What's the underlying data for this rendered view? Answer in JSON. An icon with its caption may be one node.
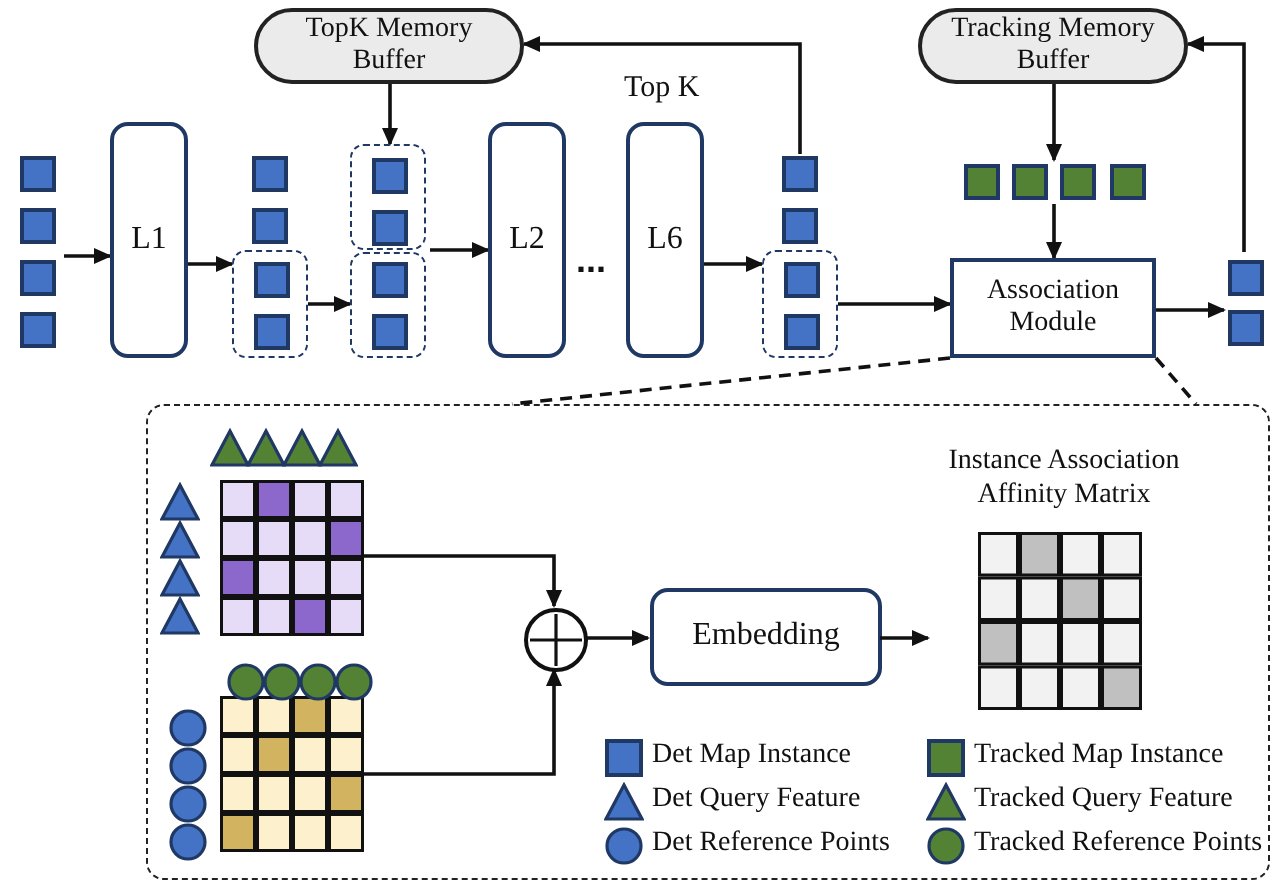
{
  "diagram": {
    "nodes": [
      {
        "text": [
          "TopK Memory Buffer"
        ]
      },
      {
        "text": [
          "Tracking Memory Buffer"
        ]
      },
      {
        "text": [],
        "shape": "box"
      },
      {
        "text": [
          "L1"
        ]
      },
      {
        "text": [],
        "shape": "box"
      },
      {
        "text": [],
        "shape": "box"
      },
      {
        "text": [],
        "shape": "box"
      },
      {
        "text": [],
        "shape": "box",
        "in": 6
      },
      {
        "text": [],
        "shape": "box",
        "in": 6
      },
      {
        "text": [
          "L2"
        ]
      },
      {
        "text": [
          "L6"
        ]
      },
      {
        "text": [],
        "shape": "box"
      },
      {
        "text": [],
        "shape": "box"
      },
      {
        "text": [],
        "shape": "box"
      },
      {
        "text": [
          "Association Module"
        ]
      },
      {
        "text": [],
        "shape": "box"
      },
      {
        "text": [],
        "shape": "box"
      },
      {
        "text": [],
        "shape": "box",
        "in": 16
      },
      {
        "text": [],
        "shape": "box",
        "in": 16
      },
      {
        "text": [],
        "shape": "circle",
        "in": 16
      },
      {
        "text": [
          "Embedding"
        ],
        "in": 16
      },
      {
        "text": [
          "Instance Association Affinity Matrix"
        ],
        "in": 16
      }
    ],
    "edges": [
      {
        "from": 2,
        "to": 3,
        "arrow": "to"
      },
      {
        "from": 3,
        "to": 5,
        "arrow": "to"
      },
      {
        "from": 5,
        "to": 8,
        "arrow": "to"
      },
      {
        "from": 0,
        "to": 7,
        "arrow": "to"
      },
      {
        "from": 6,
        "to": 9,
        "arrow": "to"
      },
      {
        "from": 10,
        "to": 12,
        "arrow": "to"
      },
      {
        "from": 11,
        "to": 0,
        "arrow": "to"
      },
      {
        "from": 12,
        "to": 14,
        "arrow": "to"
      },
      {
        "from": 1,
        "to": 13,
        "arrow": "to"
      },
      {
        "from": 13,
        "to": 14,
        "arrow": "to"
      },
      {
        "from": 14,
        "to": 15,
        "arrow": "to"
      },
      {
        "from": 15,
        "to": 1,
        "arrow": "to"
      },
      {
        "from": 17,
        "to": 19,
        "arrow": "to"
      },
      {
        "from": 18,
        "to": 19,
        "arrow": "to"
      },
      {
        "from": 19,
        "to": 20,
        "arrow": "to"
      },
      {
        "from": 20,
        "to": 21,
        "arrow": "to"
      },
      {
        "from": 14,
        "to": 16,
        "arrow": "none",
        "style": "dashed"
      },
      {
        "from": 14,
        "to": 16,
        "arrow": "none",
        "style": "dashed"
      }
    ],
    "labels": [
      "Top K",
      "..."
    ],
    "legend": [
      {
        "text": "Det Map Instance"
      },
      {
        "text": "Tracked Map Instance"
      },
      {
        "text": "Det Query Feature"
      },
      {
        "text": "Tracked Query Feature"
      },
      {
        "text": "Det Reference Points"
      },
      {
        "text": "Tracked Reference Points"
      }
    ]
  }
}
